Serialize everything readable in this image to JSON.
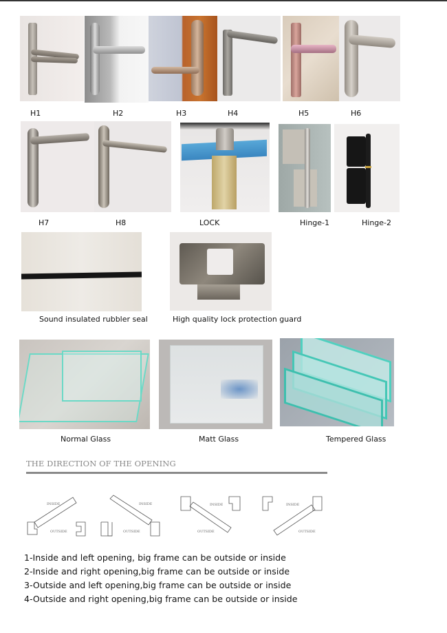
{
  "row1": {
    "captions": [
      "H1",
      "H2",
      "H3",
      "H4",
      "H5",
      "H6"
    ]
  },
  "row2": {
    "captions": [
      "H7",
      "H8",
      "LOCK",
      "Hinge-1",
      "Hinge-2"
    ]
  },
  "row3": {
    "captions": [
      "Sound insulated rubbler seal",
      "High quality lock protection guard"
    ]
  },
  "glass": {
    "captions": [
      "Normal Glass",
      "Matt Glass",
      "Tempered Glass"
    ]
  },
  "opening": {
    "title": "THE DIRECTION OF THE OPENING",
    "inside_label": "INSIDE",
    "outside_label": "OUTSIDE",
    "descriptions": [
      "1-Inside and left opening, big frame can be outside or  inside",
      "2-Inside and right opening,big frame can be outside or inside",
      "3-Outside and left opening,big frame can be outside or inside",
      "4-Outside and right opening,big frame can be outside or inside"
    ]
  },
  "colors": {
    "top_rule": "#333333",
    "section_title": "#888888",
    "section_rule": "#8a8a8a",
    "glass_edge": "#5fd3c2"
  }
}
